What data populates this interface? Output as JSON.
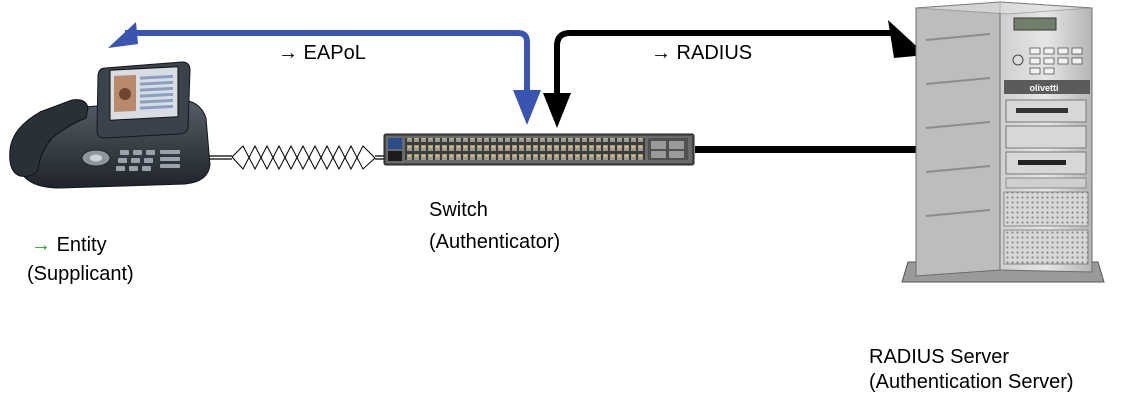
{
  "labels": {
    "eapol": "→ EAPoL",
    "radius": "→ RADIUS",
    "switch_line1": "Switch",
    "switch_line2": "(Authenticator)",
    "entity_arrow": "→",
    "entity_line1": "Entity",
    "entity_line2": "(Supplicant)",
    "server_line1": "RADIUS Server",
    "server_line2": "(Authentication Server)",
    "server_brand": "olivetti"
  },
  "colors": {
    "eapol_arrow": "#3a55b0",
    "radius_arrow": "#000000",
    "entity_arrow": "#2aa02a"
  }
}
